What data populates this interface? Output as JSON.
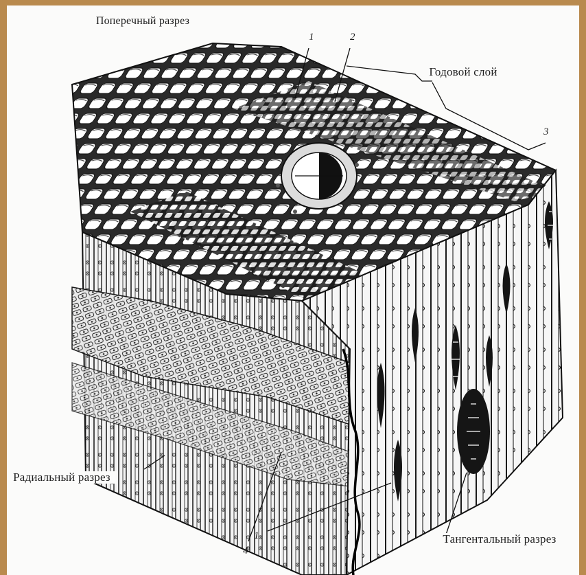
{
  "labels": {
    "cross_section": "Поперечный разрез",
    "annual_layer": "Годовой слой",
    "radial_section": "Радиальный разрез",
    "tangential_section": "Тангентальный разрез"
  },
  "markers": {
    "m1": "1",
    "m2": "2",
    "m3": "3",
    "m4": "4"
  },
  "colors": {
    "frame": "#b98a4e",
    "paper": "#fbfbfa",
    "ink": "#1f1f1f"
  }
}
